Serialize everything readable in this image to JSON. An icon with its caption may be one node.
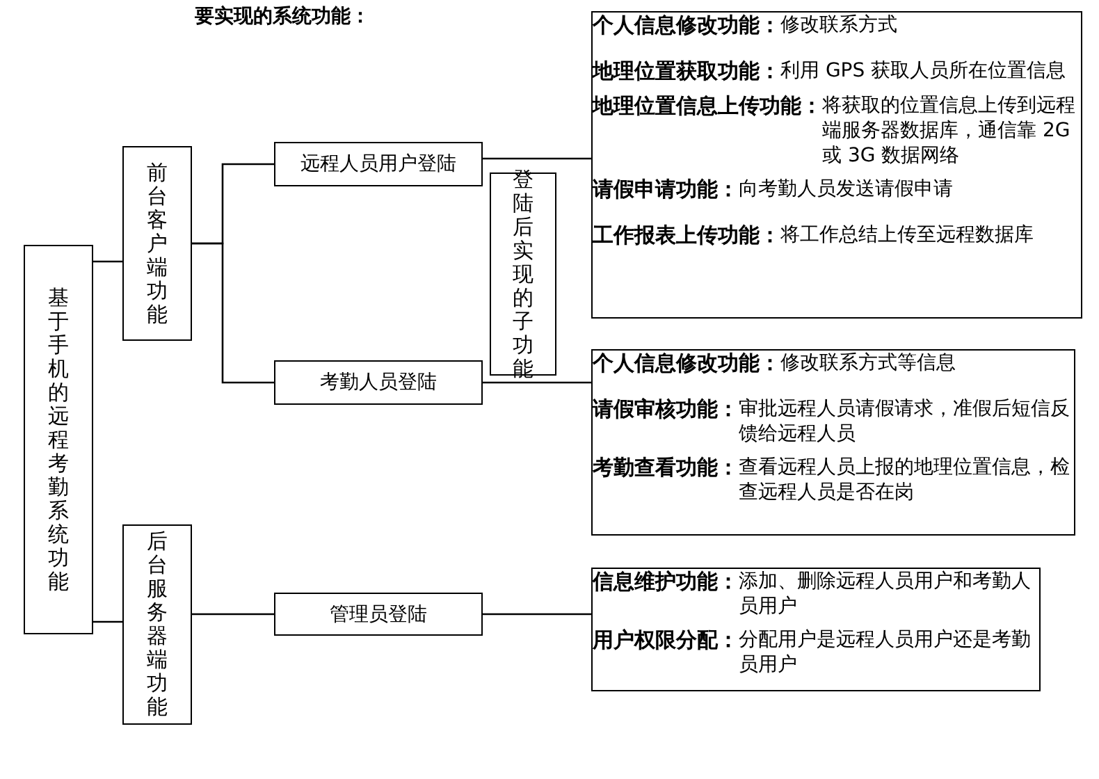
{
  "diagram": {
    "title": "要实现的系统功能：",
    "nodes": [
      {
        "text": [
          "基于手机的远程考勤系统功能"
        ]
      },
      {
        "text": [
          "前台客户端功能"
        ]
      },
      {
        "text": [
          "远程人员用户登陆"
        ]
      },
      {
        "text": [
          "考勤人员登陆"
        ]
      },
      {
        "text": [
          "后台服务器端功能"
        ]
      },
      {
        "text": [
          "管理员登陆"
        ]
      },
      {
        "text": [
          "登陆后实现的子功能"
        ]
      },
      {
        "text": [
          "**个人信息修改功能：**修改联系方式",
          "**地理位置获取功能：**利用 GPS 获取人员所在位置信息",
          "**地理位置信息上传功能：**将获取的位置信息上传到远程端服务器数据库，通信靠 2G 或 3G 数据网络",
          "**请假申请功能：**向考勤人员发送请假申请",
          "**工作报表上传功能：**将工作总结上传至远程数据库"
        ]
      },
      {
        "text": [
          "**个人信息修改功能：**修改联系方式等信息",
          "**请假审核功能：**审批远程人员请假请求，准假后短信反馈给远程人员",
          "**考勤查看功能：**查看远程人员上报的地理位置信息，检查远程人员是否在岗"
        ]
      },
      {
        "text": [
          "**信息维护功能：**添加、删除远程人员用户和考勤人员用户",
          "**用户权限分配：**分配用户是远程人员用户还是考勤员用户"
        ]
      }
    ],
    "edges": [
      {
        "from": 0,
        "to": 1,
        "arrow": "none"
      },
      {
        "from": 0,
        "to": 4,
        "arrow": "none"
      },
      {
        "from": 1,
        "to": 2,
        "arrow": "none"
      },
      {
        "from": 1,
        "to": 3,
        "arrow": "none"
      },
      {
        "from": 4,
        "to": 5,
        "arrow": "none"
      },
      {
        "from": 2,
        "to": 7,
        "arrow": "none"
      },
      {
        "from": 3,
        "to": 8,
        "arrow": "none"
      },
      {
        "from": 5,
        "to": 9,
        "arrow": "none"
      }
    ]
  }
}
